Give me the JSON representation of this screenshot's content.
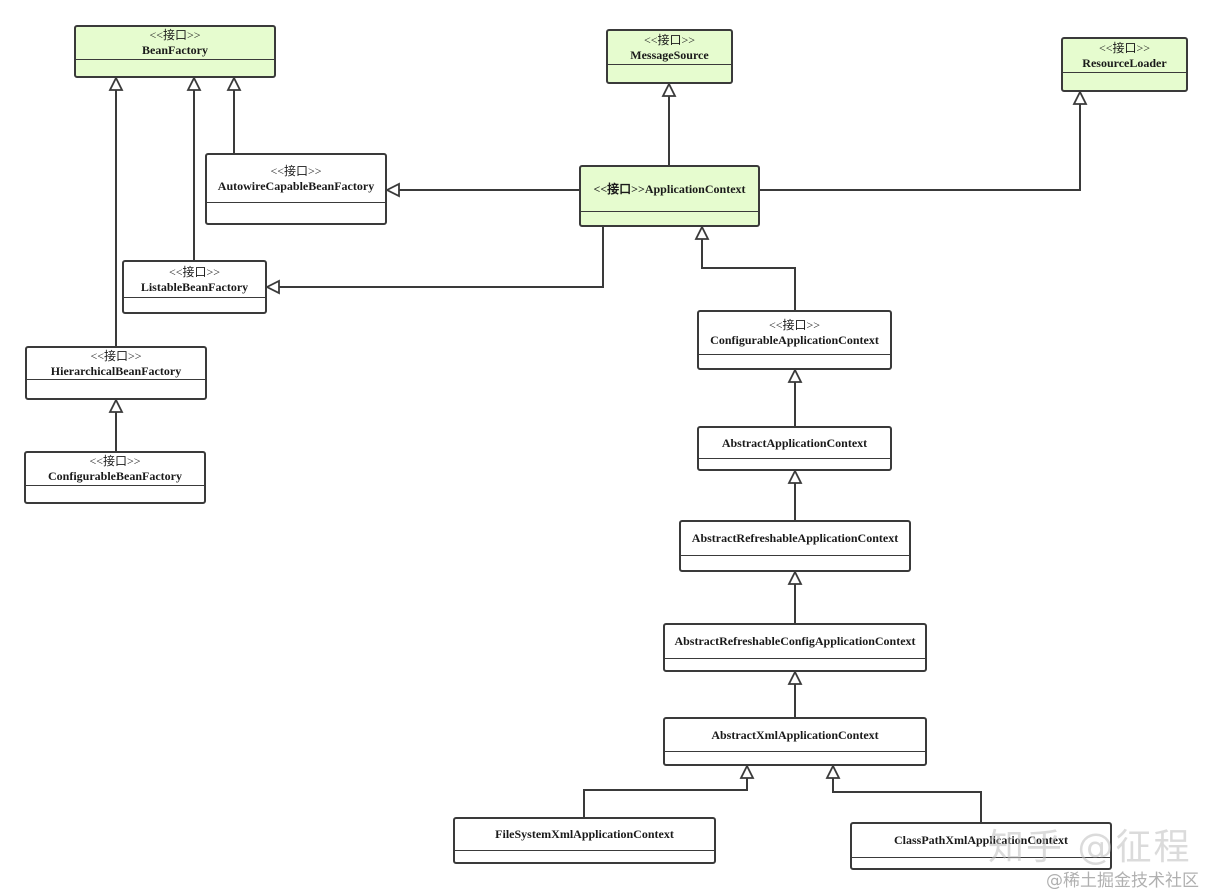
{
  "stereotype": "<<接口>>",
  "nodes": {
    "bean_factory": {
      "name": "BeanFactory",
      "interface": true
    },
    "message_source": {
      "name": "MessageSource",
      "interface": true
    },
    "resource_loader": {
      "name": "ResourceLoader",
      "interface": true
    },
    "autowire_capable_bean_factory": {
      "name": "AutowireCapableBeanFactory",
      "interface": true
    },
    "application_context": {
      "name": "ApplicationContext",
      "interface": true
    },
    "listable_bean_factory": {
      "name": "ListableBeanFactory",
      "interface": true
    },
    "hierarchical_bean_factory": {
      "name": "HierarchicalBeanFactory",
      "interface": true
    },
    "configurable_bean_factory": {
      "name": "ConfigurableBeanFactory",
      "interface": true
    },
    "configurable_application_context": {
      "name": "ConfigurableApplicationContext",
      "interface": true
    },
    "abstract_application_context": {
      "name": "AbstractApplicationContext",
      "interface": false
    },
    "abstract_refreshable_application_context": {
      "name": "AbstractRefreshableApplicationContext",
      "interface": false
    },
    "abstract_refreshable_config_application_context": {
      "name": "AbstractRefreshableConfigApplicationContext",
      "interface": false
    },
    "abstract_xml_application_context": {
      "name": "AbstractXmlApplicationContext",
      "interface": false
    },
    "file_system_xml_application_context": {
      "name": "FileSystemXmlApplicationContext",
      "interface": false
    },
    "class_path_xml_application_context": {
      "name": "ClassPathXmlApplicationContext",
      "interface": false
    }
  },
  "watermark": {
    "line1": "知乎 @征程",
    "line2": "@稀土掘金技术社区"
  },
  "colors": {
    "interface_fill": "#e6fccf",
    "class_fill": "#ffffff",
    "stroke": "#3a3a3a"
  }
}
